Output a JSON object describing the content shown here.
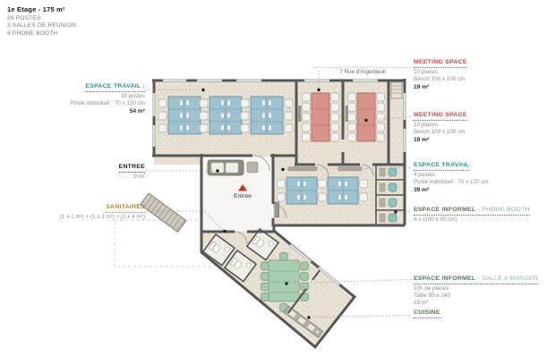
{
  "header": {
    "title": "1e Etage - 175 m²",
    "lines": [
      "26 POSTES",
      "2 SALLES DE REUNION",
      "4 PHONE BOOTH"
    ]
  },
  "street_label": "7 Rue d'Argenteuil",
  "plan": {
    "entrance_label": "Entrée"
  },
  "annotations": {
    "left": [
      {
        "title": "ESPACE TRAVAIL :",
        "lines": [
          "18 postes",
          "Poste individuel : 70 x 120 cm"
        ],
        "area": "54 m²",
        "color": "#2e8c9b"
      },
      {
        "title": "ENTREE",
        "lines": [
          "9 m²"
        ],
        "area": null,
        "color": "#1a1a1a"
      },
      {
        "title": "SANITAIRES",
        "lines": [
          "(1 x 1 m²) + (1 x 3 m²) + (1 x 4 m²)"
        ],
        "area": null,
        "color": "#a4892f"
      }
    ],
    "right": [
      {
        "title": "MEETING SPACE",
        "suffix": "",
        "lines": [
          "10 places",
          "Bench 100 x 100 cm"
        ],
        "area": "19 m²",
        "color": "#c24840"
      },
      {
        "title": "MEETING SPACE",
        "suffix": "",
        "lines": [
          "10 places",
          "Bench 100 x 100 cm"
        ],
        "area": "19 m²",
        "color": "#c24840"
      },
      {
        "title": "ESPACE TRAVAIL",
        "suffix": "",
        "lines": [
          "4 postes",
          "Poste individuel : 70 x 120 cm"
        ],
        "area": "39 m²",
        "color": "#2e8c9b"
      },
      {
        "title": "ESPACE INFORMEL",
        "suffix": " - PHONE BOOTH",
        "lines": [
          "4 x (100 x 95 cm)"
        ],
        "area": null,
        "color": "#54705e"
      },
      {
        "title": "ESPACE INFORMEL",
        "suffix": " - SALLE A MANGER",
        "lines": [
          "10n de places",
          "Table 85 x 240",
          "19 m²"
        ],
        "area": null,
        "color": "#54705e"
      },
      {
        "title": "CUISINE",
        "suffix": "",
        "lines": [],
        "area": null,
        "color": "#54705e"
      }
    ]
  },
  "colors": {
    "wall": "#565656",
    "floor_terrazzo": "#e8e2d5",
    "entry_floor": "#f6f5f2",
    "desk_blue": "#9fc2d0",
    "meeting_table_red": "#d9938a",
    "dining_table_green": "#a9cdb0",
    "phone_booth_teal": "#8fc2bc",
    "entrance_arrow_red": "#c0392b",
    "label_teal": "#2e8c9b",
    "label_red": "#c24840",
    "label_mustard": "#a4892f",
    "label_green": "#54705e",
    "body_text_gray": "#8c8c8c"
  }
}
